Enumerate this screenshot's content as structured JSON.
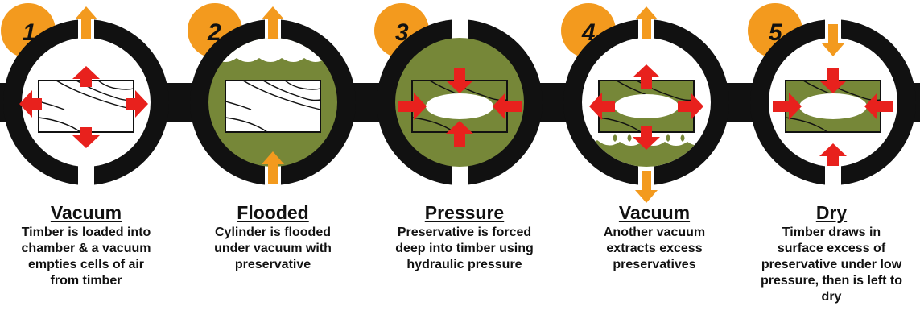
{
  "colors": {
    "orange": "#f39a1e",
    "red": "#e8211d",
    "olive": "#768738",
    "ring": "#111111",
    "bar": "#111111"
  },
  "steps": [
    {
      "number": "1",
      "title": "Vacuum",
      "description": "Timber is loaded into chamber & a vacuum empties cells of air from timber"
    },
    {
      "number": "2",
      "title": "Flooded",
      "description": "Cylinder is flooded under vacuum with preservative"
    },
    {
      "number": "3",
      "title": "Pressure",
      "description": "Preservative is forced deep into timber using hydraulic pressure"
    },
    {
      "number": "4",
      "title": "Vacuum",
      "description": "Another vacuum extracts excess preservatives"
    },
    {
      "number": "5",
      "title": "Dry",
      "description": "Timber draws in surface excess of preservative under low pressure, then is left to dry"
    }
  ]
}
